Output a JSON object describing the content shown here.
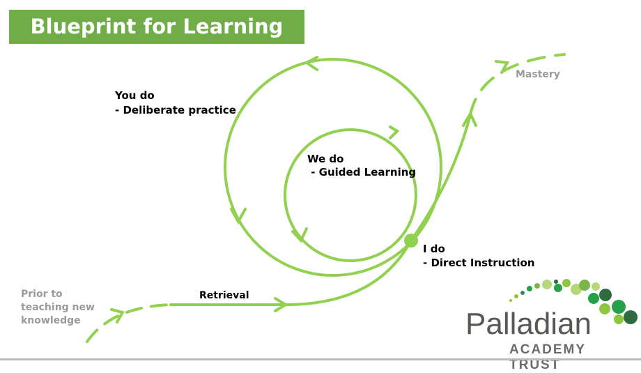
{
  "title": "Blueprint for Learning",
  "labels": {
    "you_do": "You do",
    "you_do_sub": "- Deliberate practice",
    "we_do": "We do",
    "we_do_sub": " - Guided Learning",
    "i_do": "I do",
    "i_do_sub": "- Direct Instruction",
    "retrieval": "Retrieval",
    "mastery": "Mastery",
    "prior": "Prior to\nteaching new\nknowledge"
  },
  "logo": {
    "name": "Palladian",
    "sub": "ACADEMY TRUST"
  },
  "colors": {
    "accent": "#70ad47",
    "line": "#92d050"
  }
}
